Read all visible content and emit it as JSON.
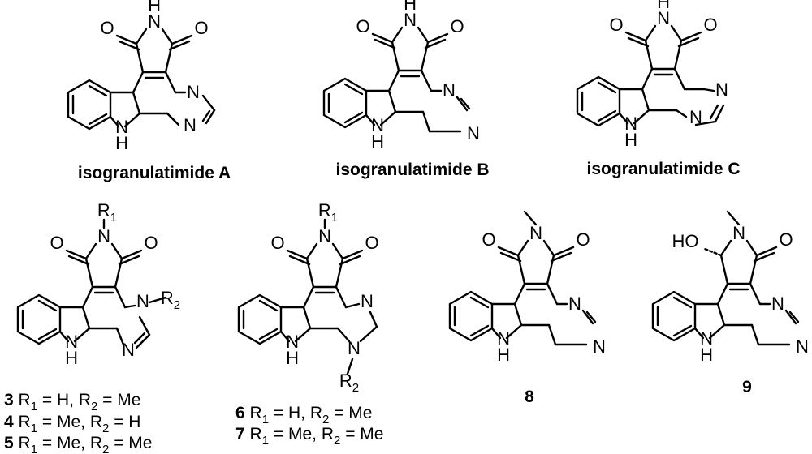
{
  "captions": {
    "iso_a": "isogranulatimide A",
    "iso_b": "isogranulatimide B",
    "iso_c": "isogranulatimide C",
    "c8": "8",
    "c9": "9"
  },
  "atoms": {
    "O": "O",
    "N": "N",
    "H": "H",
    "R": "R",
    "HO": "HO",
    "sub1": "1",
    "sub2": "2"
  },
  "legend_3_5": [
    {
      "num": "3",
      "r1": "H",
      "r2": "Me"
    },
    {
      "num": "4",
      "r1": "Me",
      "r2": "H"
    },
    {
      "num": "5",
      "r1": "Me",
      "r2": "Me"
    }
  ],
  "legend_6_7": [
    {
      "num": "6",
      "r1": "H",
      "r2": "Me"
    },
    {
      "num": "7",
      "r1": "Me",
      "r2": "Me"
    }
  ],
  "legend_text": {
    "r_letter": "R",
    "eq": " = ",
    "sep": ", "
  }
}
